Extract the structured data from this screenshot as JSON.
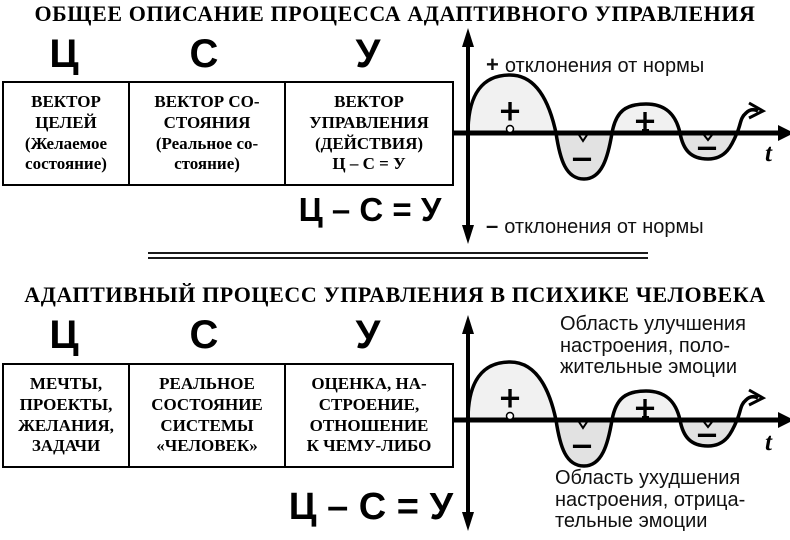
{
  "colors": {
    "ink": "#000000",
    "background": "#ffffff",
    "lobe_positive_fill": "#f1f1f1",
    "lobe_negative_fill": "#e2e2e2"
  },
  "top_section": {
    "title": "ОБЩЕЕ ОПИСАНИЕ ПРОЦЕССА АДАПТИВНОГО УПРАВЛЕНИЯ",
    "columns": [
      "Ц",
      "С",
      "У"
    ],
    "cells": [
      "ВЕКТОР\nЦЕЛЕЙ\n(Желаемое\nсостояние)",
      "ВЕКТОР СО-\nСТОЯНИЯ\n(Реальное со-\nстояние)",
      "ВЕКТОР\nУПРАВЛЕНИЯ\n(ДЕЙСТВИЯ)\nЦ – С = У"
    ],
    "formula": "Ц – С = У",
    "graph": {
      "positive_label_sign": "+",
      "positive_label": "отклонения от нормы",
      "negative_label_sign": "–",
      "negative_label": "отклонения от нормы",
      "time_label": "t",
      "lobe_signs": [
        "+",
        "−",
        "+",
        "−"
      ]
    }
  },
  "bottom_section": {
    "title": "АДАПТИВНЫЙ ПРОЦЕСС УПРАВЛЕНИЯ В ПСИХИКЕ ЧЕЛОВЕКА",
    "columns": [
      "Ц",
      "С",
      "У"
    ],
    "cells": [
      "МЕЧТЫ,\nПРОЕКТЫ,\nЖЕЛАНИЯ,\nЗАДАЧИ",
      "РЕАЛЬНОЕ\nСОСТОЯНИЕ\nСИСТЕМЫ\n«ЧЕЛОВЕК»",
      "ОЦЕНКА, НА-\nСТРОЕНИЕ,\nОТНОШЕНИЕ\nК ЧЕМУ-ЛИБО"
    ],
    "formula": "Ц – С = У",
    "graph": {
      "positive_label": "Область улучшения\nнастроения, поло-\nжительные эмоции",
      "negative_label": "Область ухудшения\nнастроения, отрица-\nтельные эмоции",
      "time_label": "t",
      "lobe_signs": [
        "+",
        "−",
        "+",
        "−"
      ]
    }
  }
}
